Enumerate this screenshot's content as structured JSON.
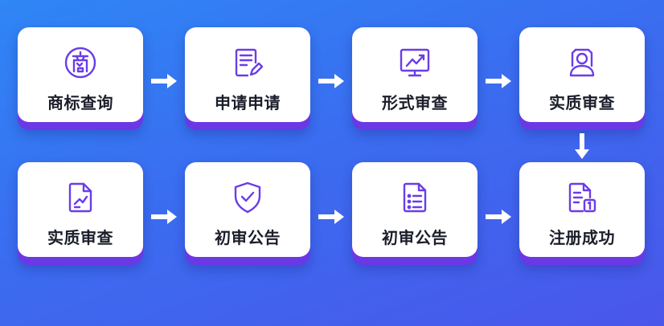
{
  "steps": [
    {
      "label": "商标查询",
      "icon": "trademark-seal-icon"
    },
    {
      "label": "申请申请",
      "icon": "application-form-icon"
    },
    {
      "label": "形式审查",
      "icon": "chart-board-icon"
    },
    {
      "label": "实质审查",
      "icon": "user-profile-icon"
    },
    {
      "label": "实质审查",
      "icon": "document-pen-icon"
    },
    {
      "label": "初审公告",
      "icon": "shield-check-icon"
    },
    {
      "label": "初审公告",
      "icon": "checklist-document-icon"
    },
    {
      "label": "注册成功",
      "icon": "certificate-document-icon"
    }
  ],
  "colors": {
    "accent": "#6b38e6",
    "icon": "#6a3de8",
    "arrow": "#ffffff",
    "label": "#1b1e2a"
  }
}
